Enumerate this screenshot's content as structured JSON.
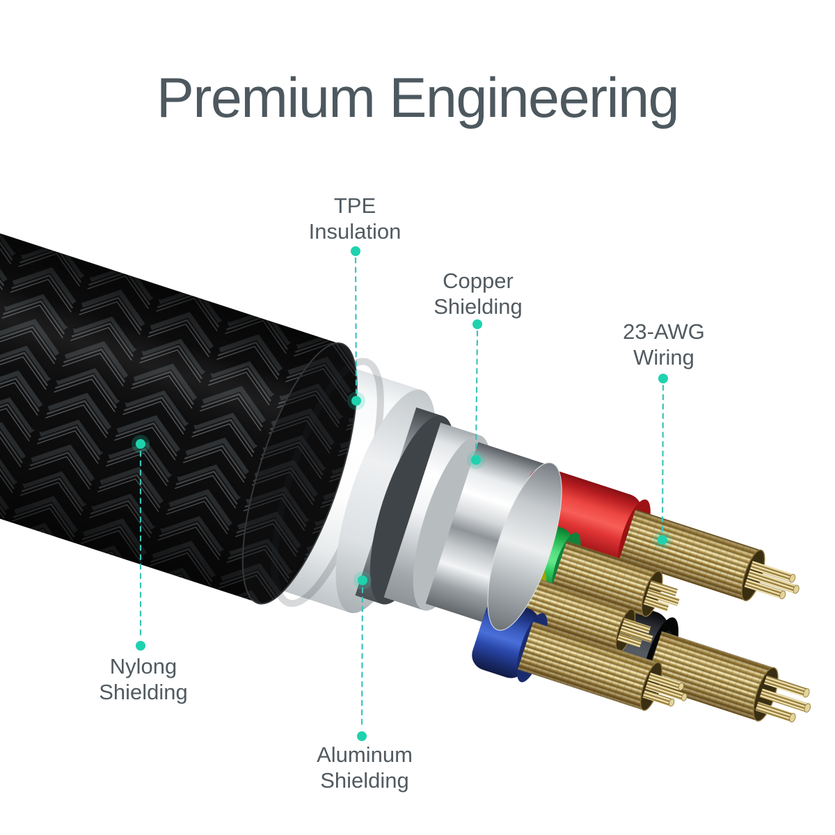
{
  "title": "Premium Engineering",
  "colors": {
    "accent": "#1fd2ae",
    "leader": "#3cc2bb",
    "title_text": "#4d585f",
    "label_text": "#515a60",
    "wire_red": "#e63438",
    "wire_green": "#35d167",
    "wire_yellow": "#e8e615",
    "wire_blue": "#2e51c4",
    "wire_black": "#1c2025",
    "copper_strand": "#d5bd79",
    "braid_black": "#121214",
    "tpe_white": "#ffffff",
    "shield_silver": "#d9dcde"
  },
  "callouts": [
    {
      "id": "tpe",
      "line1": "TPE",
      "line2": "Insulation"
    },
    {
      "id": "copper",
      "line1": "Copper",
      "line2": "Shielding"
    },
    {
      "id": "awg",
      "line1": "23-AWG",
      "line2": "Wiring"
    },
    {
      "id": "nylon",
      "line1": "Nylong",
      "line2": "Shielding"
    },
    {
      "id": "aluminum",
      "line1": "Aluminum",
      "line2": "Shielding"
    }
  ]
}
